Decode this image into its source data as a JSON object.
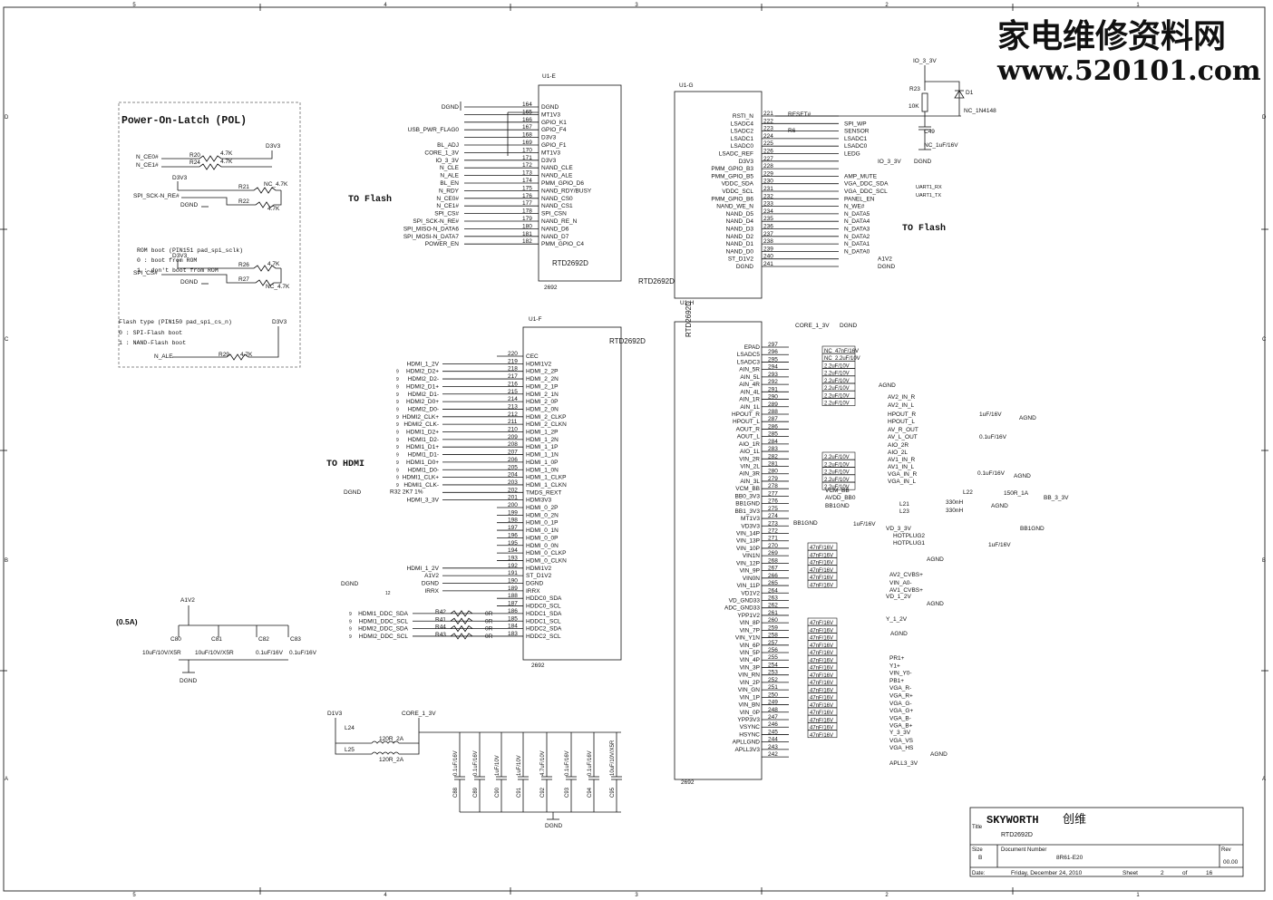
{
  "border": {
    "cols_top": [
      "5",
      "4",
      "3",
      "2",
      "1"
    ],
    "cols_bottom": [
      "5",
      "4",
      "3",
      "2",
      "1"
    ],
    "rows": [
      "D",
      "C",
      "B",
      "A"
    ]
  },
  "watermark": {
    "line1": "家电维修资料网",
    "line2": "www.520101.com"
  },
  "pol_box": {
    "title": "Power-On-Latch (POL)",
    "rom_note": "ROM boot (PIN151 pad_spi_sclk)",
    "rom_opt0": "0 : boot from ROM",
    "rom_opt1": "1 : don't boot from ROM",
    "flash_note": "Flash type (PIN150 pad_spi_cs_n)",
    "flash_opt0": "0 : SPI-Flash boot",
    "flash_opt1": "1 : NAND-Flash boot",
    "labels": [
      "N_CE0#",
      "N_CE1#",
      "D3V3",
      "D3V3",
      "SPI_SCK-N_RE#",
      "DGND",
      "D3V3",
      "SPI_CS#",
      "DGND",
      "N_ALE",
      "D3V3"
    ],
    "resistors": [
      {
        "ref": "R20",
        "val": "4.7K"
      },
      {
        "ref": "R24",
        "val": "4.7K"
      },
      {
        "ref": "R21",
        "val": "NC_4.7K"
      },
      {
        "ref": "R22",
        "val": "4.7K"
      },
      {
        "ref": "R26",
        "val": "4.7K"
      },
      {
        "ref": "R27",
        "val": "NC_4.7K"
      },
      {
        "ref": "R29",
        "val": "4.7K"
      }
    ]
  },
  "chip_e": {
    "ref": "U1-E",
    "part": "RTD2692D",
    "foot": "2692",
    "pins": [
      {
        "num": "164",
        "name": "DGND",
        "net": "DGND"
      },
      {
        "num": "165",
        "name": "MT1V3",
        "net": ""
      },
      {
        "num": "166",
        "name": "GPIO_K1",
        "net": ""
      },
      {
        "num": "167",
        "name": "GPIO_F4",
        "net": "USB_PWR_FLAG0"
      },
      {
        "num": "168",
        "name": "D3V3",
        "net": ""
      },
      {
        "num": "169",
        "name": "GPIO_F1",
        "net": "BL_ADJ"
      },
      {
        "num": "170",
        "name": "MT1V3",
        "net": "CORE_1_3V"
      },
      {
        "num": "171",
        "name": "D3V3",
        "net": "IO_3_3V"
      },
      {
        "num": "172",
        "name": "NAND_CLE",
        "net": "N_CLE"
      },
      {
        "num": "173",
        "name": "NAND_ALE",
        "net": "N_ALE"
      },
      {
        "num": "174",
        "name": "PMM_GPIO_D6",
        "net": "BL_EN"
      },
      {
        "num": "175",
        "name": "NAND_RDY/BUSY",
        "net": "N_RDY"
      },
      {
        "num": "176",
        "name": "NAND_CS0",
        "net": "N_CE0#"
      },
      {
        "num": "177",
        "name": "NAND_CS1",
        "net": "N_CE1#"
      },
      {
        "num": "178",
        "name": "SPI_CSN",
        "net": "SPI_CS#"
      },
      {
        "num": "179",
        "name": "NAND_RE_N",
        "net": "SPI_SCK-N_RE#"
      },
      {
        "num": "180",
        "name": "NAND_D6",
        "net": "SPI_MISO-N_DATA6"
      },
      {
        "num": "181",
        "name": "NAND_D7",
        "net": "SPI_MOSI-N_DATA7"
      },
      {
        "num": "182",
        "name": "PMM_GPIO_C4",
        "net": "POWER_EN"
      }
    ]
  },
  "to_flash_left": "TO Flash",
  "to_flash_right": "TO Flash",
  "to_hdmi": "TO HDMI",
  "chip_f": {
    "ref": "U1-F",
    "part": "RTD2692D",
    "foot": "2692",
    "pins": [
      {
        "num": "220",
        "name": "CEC",
        "net": ""
      },
      {
        "num": "219",
        "name": "HDMI1V2",
        "net": "HDMI_1_2V"
      },
      {
        "num": "218",
        "name": "HDMI_2_2P",
        "net": "HDMI2_D2+"
      },
      {
        "num": "217",
        "name": "HDMI_2_2N",
        "net": "HDMI2_D2-"
      },
      {
        "num": "216",
        "name": "HDMI_2_1P",
        "net": "HDMI2_D1+"
      },
      {
        "num": "215",
        "name": "HDMI_2_1N",
        "net": "HDMI2_D1-"
      },
      {
        "num": "214",
        "name": "HDMI_2_0P",
        "net": "HDMI2_D0+"
      },
      {
        "num": "213",
        "name": "HDMI_2_0N",
        "net": "HDMI2_D0-"
      },
      {
        "num": "212",
        "name": "HDMI_2_CLKP",
        "net": "HDMI2_CLK+"
      },
      {
        "num": "211",
        "name": "HDMI_2_CLKN",
        "net": "HDMI2_CLK-"
      },
      {
        "num": "210",
        "name": "HDMI_1_2P",
        "net": "HDMI1_D2+"
      },
      {
        "num": "209",
        "name": "HDMI_1_2N",
        "net": "HDMI1_D2-"
      },
      {
        "num": "208",
        "name": "HDMI_1_1P",
        "net": "HDMI1_D1+"
      },
      {
        "num": "207",
        "name": "HDMI_1_1N",
        "net": "HDMI1_D1-"
      },
      {
        "num": "206",
        "name": "HDMI_1_0P",
        "net": "HDMI1_D0+"
      },
      {
        "num": "205",
        "name": "HDMI_1_0N",
        "net": "HDMI1_D0-"
      },
      {
        "num": "204",
        "name": "HDMI_1_CLKP",
        "net": "HDMI1_CLK+"
      },
      {
        "num": "203",
        "name": "HDMI_1_CLKN",
        "net": "HDMI1_CLK-"
      },
      {
        "num": "202",
        "name": "TMDS_REXT",
        "net": "R32 2K7 1%"
      },
      {
        "num": "201",
        "name": "HDMI3V3",
        "net": "HDMI_3_3V"
      },
      {
        "num": "200",
        "name": "HDMI_0_2P",
        "net": ""
      },
      {
        "num": "199",
        "name": "HDMI_0_2N",
        "net": ""
      },
      {
        "num": "198",
        "name": "HDMI_0_1P",
        "net": ""
      },
      {
        "num": "197",
        "name": "HDMI_0_1N",
        "net": ""
      },
      {
        "num": "196",
        "name": "HDMI_0_0P",
        "net": ""
      },
      {
        "num": "195",
        "name": "HDMI_0_0N",
        "net": ""
      },
      {
        "num": "194",
        "name": "HDMI_0_CLKP",
        "net": ""
      },
      {
        "num": "193",
        "name": "HDMI_0_CLKN",
        "net": ""
      },
      {
        "num": "192",
        "name": "HDMI1V2",
        "net": "HDMI_1_2V"
      },
      {
        "num": "191",
        "name": "ST_D1V2",
        "net": "A1V2"
      },
      {
        "num": "190",
        "name": "DGND",
        "net": "DGND"
      },
      {
        "num": "189",
        "name": "IRRX",
        "net": "IRRX"
      },
      {
        "num": "188",
        "name": "HDDC0_SDA",
        "net": ""
      },
      {
        "num": "187",
        "name": "HDDC0_SCL",
        "net": ""
      },
      {
        "num": "186",
        "name": "HDDC1_SDA",
        "net": "HDMI1_DDC_SDA"
      },
      {
        "num": "185",
        "name": "HDDC1_SCL",
        "net": "HDMI1_DDC_SCL"
      },
      {
        "num": "184",
        "name": "HDDC2_SDA",
        "net": "HDMI2_DDC_SDA"
      },
      {
        "num": "183",
        "name": "HDDC2_SCL",
        "net": "HDMI2_DDC_SCL"
      }
    ],
    "ddc_res": [
      "R42",
      "R41",
      "R44",
      "R43"
    ],
    "ddc_val": "0R",
    "dgnd": "DGND",
    "irrx_sheet": "12"
  },
  "chip_g": {
    "ref": "U1-G",
    "part": "RTD2692D",
    "pins": [
      {
        "num": "221",
        "name": "RSTI_N",
        "net": "RESET#"
      },
      {
        "num": "222",
        "name": "LSADC4",
        "net": "SPI_WP"
      },
      {
        "num": "223",
        "name": "LSADC2",
        "net": "SENSOR"
      },
      {
        "num": "224",
        "name": "LSADC1",
        "net": "LSADC1"
      },
      {
        "num": "225",
        "name": "LSADC0",
        "net": "LSADC0"
      },
      {
        "num": "226",
        "name": "LSADC_REF",
        "net": "LEDG"
      },
      {
        "num": "227",
        "name": "D3V3",
        "net": "IO_3_3V"
      },
      {
        "num": "228",
        "name": "PMM_GPIO_B3",
        "net": ""
      },
      {
        "num": "229",
        "name": "PMM_GPIO_B5",
        "net": "AMP_MUTE"
      },
      {
        "num": "230",
        "name": "VDDC_SDA",
        "net": "VGA_DDC_SDA"
      },
      {
        "num": "231",
        "name": "VDDC_SCL",
        "net": "VGA_DDC_SCL"
      },
      {
        "num": "232",
        "name": "PMM_GPIO_B6",
        "net": "PANEL_EN"
      },
      {
        "num": "233",
        "name": "NAND_WE_N",
        "net": "N_WE#"
      },
      {
        "num": "234",
        "name": "NAND_D5",
        "net": "N_DATA5"
      },
      {
        "num": "235",
        "name": "NAND_D4",
        "net": "N_DATA4"
      },
      {
        "num": "236",
        "name": "NAND_D3",
        "net": "N_DATA3"
      },
      {
        "num": "237",
        "name": "NAND_D2",
        "net": "N_DATA2"
      },
      {
        "num": "238",
        "name": "NAND_D1",
        "net": "N_DATA1"
      },
      {
        "num": "239",
        "name": "NAND_D0",
        "net": "N_DATA0"
      },
      {
        "num": "240",
        "name": "ST_D1V2",
        "net": "A1V2"
      },
      {
        "num": "241",
        "name": "DGND",
        "net": "DGND"
      }
    ],
    "uart_rx": "UART1_RX",
    "uart_tx": "UART1_TX",
    "r6": "R6"
  },
  "reset_ckt": {
    "io": "IO_3_3V",
    "r23": "R23",
    "r23v": "10K",
    "d1": "D1",
    "d1v": "NC_1N4148",
    "c49": "C49",
    "c49v": "NC_1uF/16V",
    "dgnd": "DGND"
  },
  "chip_h": {
    "ref": "U1-H",
    "part": "RTD2692D",
    "foot": "2692",
    "pins": [
      {
        "num": "297",
        "name": "EPAD"
      },
      {
        "num": "296",
        "name": "LSADC5"
      },
      {
        "num": "295",
        "name": "LSADC3"
      },
      {
        "num": "294",
        "name": "AIN_5R"
      },
      {
        "num": "293",
        "name": "AIN_5L"
      },
      {
        "num": "292",
        "name": "AIN_4R"
      },
      {
        "num": "291",
        "name": "AIN_4L"
      },
      {
        "num": "290",
        "name": "AIN_1R"
      },
      {
        "num": "289",
        "name": "AIN_1L"
      },
      {
        "num": "288",
        "name": "HPOUT_R"
      },
      {
        "num": "287",
        "name": "HPOUT_L"
      },
      {
        "num": "286",
        "name": "AOUT_R"
      },
      {
        "num": "285",
        "name": "AOUT_L"
      },
      {
        "num": "284",
        "name": "AIO_1R"
      },
      {
        "num": "283",
        "name": "AIO_1L"
      },
      {
        "num": "282",
        "name": "VIN_2R"
      },
      {
        "num": "281",
        "name": "VIN_2L"
      },
      {
        "num": "280",
        "name": "AIN_3R"
      },
      {
        "num": "279",
        "name": "AIN_3L"
      },
      {
        "num": "278",
        "name": "VCM_BB"
      },
      {
        "num": "277",
        "name": "BB0_3V3"
      },
      {
        "num": "276",
        "name": "BB1GND"
      },
      {
        "num": "275",
        "name": "BB1_3V3"
      },
      {
        "num": "274",
        "name": "MT1V3"
      },
      {
        "num": "273",
        "name": "VD3V3"
      },
      {
        "num": "272",
        "name": "VIN_14P"
      },
      {
        "num": "271",
        "name": "VIN_13P"
      },
      {
        "num": "270",
        "name": "VIN_10P"
      },
      {
        "num": "269",
        "name": "VIN1N"
      },
      {
        "num": "268",
        "name": "VIN_12P"
      },
      {
        "num": "267",
        "name": "VIN_9P"
      },
      {
        "num": "266",
        "name": "VIN0N"
      },
      {
        "num": "265",
        "name": "VIN_11P"
      },
      {
        "num": "264",
        "name": "VD1V2"
      },
      {
        "num": "263",
        "name": "VD_GND33"
      },
      {
        "num": "262",
        "name": "ADC_GND33"
      },
      {
        "num": "261",
        "name": "YPP1V2"
      },
      {
        "num": "260",
        "name": "VIN_8P"
      },
      {
        "num": "259",
        "name": "VIN_7P"
      },
      {
        "num": "258",
        "name": "VIN_Y1N"
      },
      {
        "num": "257",
        "name": "VIN_6P"
      },
      {
        "num": "256",
        "name": "VIN_5P"
      },
      {
        "num": "255",
        "name": "VIN_4P"
      },
      {
        "num": "254",
        "name": "VIN_3P"
      },
      {
        "num": "253",
        "name": "VIN_RN"
      },
      {
        "num": "252",
        "name": "VIN_2P"
      },
      {
        "num": "251",
        "name": "VIN_GN"
      },
      {
        "num": "250",
        "name": "VIN_1P"
      },
      {
        "num": "249",
        "name": "VIN_BN"
      },
      {
        "num": "248",
        "name": "VIN_0P"
      },
      {
        "num": "247",
        "name": "YPP3V3"
      },
      {
        "num": "246",
        "name": "VSYNC"
      },
      {
        "num": "245",
        "name": "HSYNC"
      },
      {
        "num": "244",
        "name": "APLLGND"
      },
      {
        "num": "243",
        "name": "APLL3V3"
      },
      {
        "num": "242",
        "name": ""
      }
    ],
    "caps_top": [
      "NC_47nF/16V",
      "NC_2.2uF/10V",
      "2.2uF/10V",
      "2.2uF/10V",
      "2.2uF/10V",
      "2.2uF/10V",
      "2.2uF/10V",
      "2.2uF/10V"
    ],
    "nets_mid": [
      "AV2_IN_R",
      "AV2_IN_L",
      "HPOUT_R",
      "HPOUT_L",
      "AV_R_OUT",
      "AV_L_OUT",
      "AIO_2R",
      "AIO_2L",
      "AV1_IN_R",
      "AV1_IN_L",
      "VGA_IN_R",
      "VGA_IN_L"
    ],
    "caps_mid": [
      "2.2uF/10V",
      "2.2uF/10V",
      "2.2uF/10V",
      "2.2uF/10V",
      "2.2uF/10V"
    ],
    "core": "CORE_1_3V",
    "dgnd": "DGND",
    "agnd": "AGND",
    "vcm": "VCM_BB",
    "avdd": "AVDD_BB0",
    "bb1gnd": "BB1GND",
    "bb1gnd2": "BB1GND",
    "l21": "L21",
    "l23": "L23",
    "ind": "330nH",
    "l22": "L22",
    "l22v": "150R_1A",
    "bb33": "BB_3_3V",
    "c1uf": "1uF/16V",
    "c01uf": "0.1uF/16V",
    "vd33": "VD_3_3V",
    "hotplug2": "HOTPLUG2",
    "hotplug1": "HOTPLUG1",
    "caps47": "47nF/16V",
    "av2cvbs": "AV2_CVBS+",
    "vin_a0": "VIN_A0-",
    "av1cvbs": "AV1_CVBS+",
    "vd12": "VD_1_2V",
    "y12": "Y_1_2V",
    "ypbpr": [
      "PR1+",
      "Y1+",
      "VIN_Y0-",
      "PB1+",
      "VGA_R-",
      "VGA_R+",
      "VGA_G-",
      "VGA_G+",
      "VGA_B-",
      "VGA_B+"
    ],
    "y33": "Y_3_3V",
    "vgavs": "VGA_VS",
    "vgahs": "VGA_HS",
    "apll33": "APLL3_3V"
  },
  "decoup_a1v2": {
    "net": "A1V2",
    "note": "(0.5A)",
    "caps": [
      {
        "ref": "C80",
        "val": "10uF/10V/X5R"
      },
      {
        "ref": "C81",
        "val": "10uF/10V/X5R"
      },
      {
        "ref": "C82",
        "val": "0.1uF/16V"
      },
      {
        "ref": "C83",
        "val": "0.1uF/16V"
      }
    ],
    "gnd": "DGND"
  },
  "decoup_core": {
    "in": "D1V3",
    "out": "CORE_1_3V",
    "l24": "L24",
    "l25": "L25",
    "lval": "120R_2A",
    "caps": [
      {
        "ref": "C88",
        "val": "0.1uF/16V"
      },
      {
        "ref": "C89",
        "val": "0.1uF/16V"
      },
      {
        "ref": "C90",
        "val": "1uF/10V"
      },
      {
        "ref": "C91",
        "val": "1uF/10V"
      },
      {
        "ref": "C92",
        "val": "4.7uF/10V"
      },
      {
        "ref": "C93",
        "val": "0.1uF/16V"
      },
      {
        "ref": "C94",
        "val": "0.1uF/16V"
      },
      {
        "ref": "C95",
        "val": "10uF/10V/X5R"
      }
    ],
    "gnd": "DGND"
  },
  "title_block": {
    "title_lbl": "Title",
    "company": "SKYWORTH",
    "company_cn": "创维",
    "title": "RTD2692D",
    "size_lbl": "Size",
    "size": "B",
    "doc_lbl": "Document Number",
    "doc": "8R61-E20",
    "rev_lbl": "Rev",
    "rev": "00.00",
    "date_lbl": "Date:",
    "date": "Friday, December 24, 2010",
    "sheet_lbl": "Sheet",
    "sheet": "2",
    "of_lbl": "of",
    "total": "16"
  }
}
